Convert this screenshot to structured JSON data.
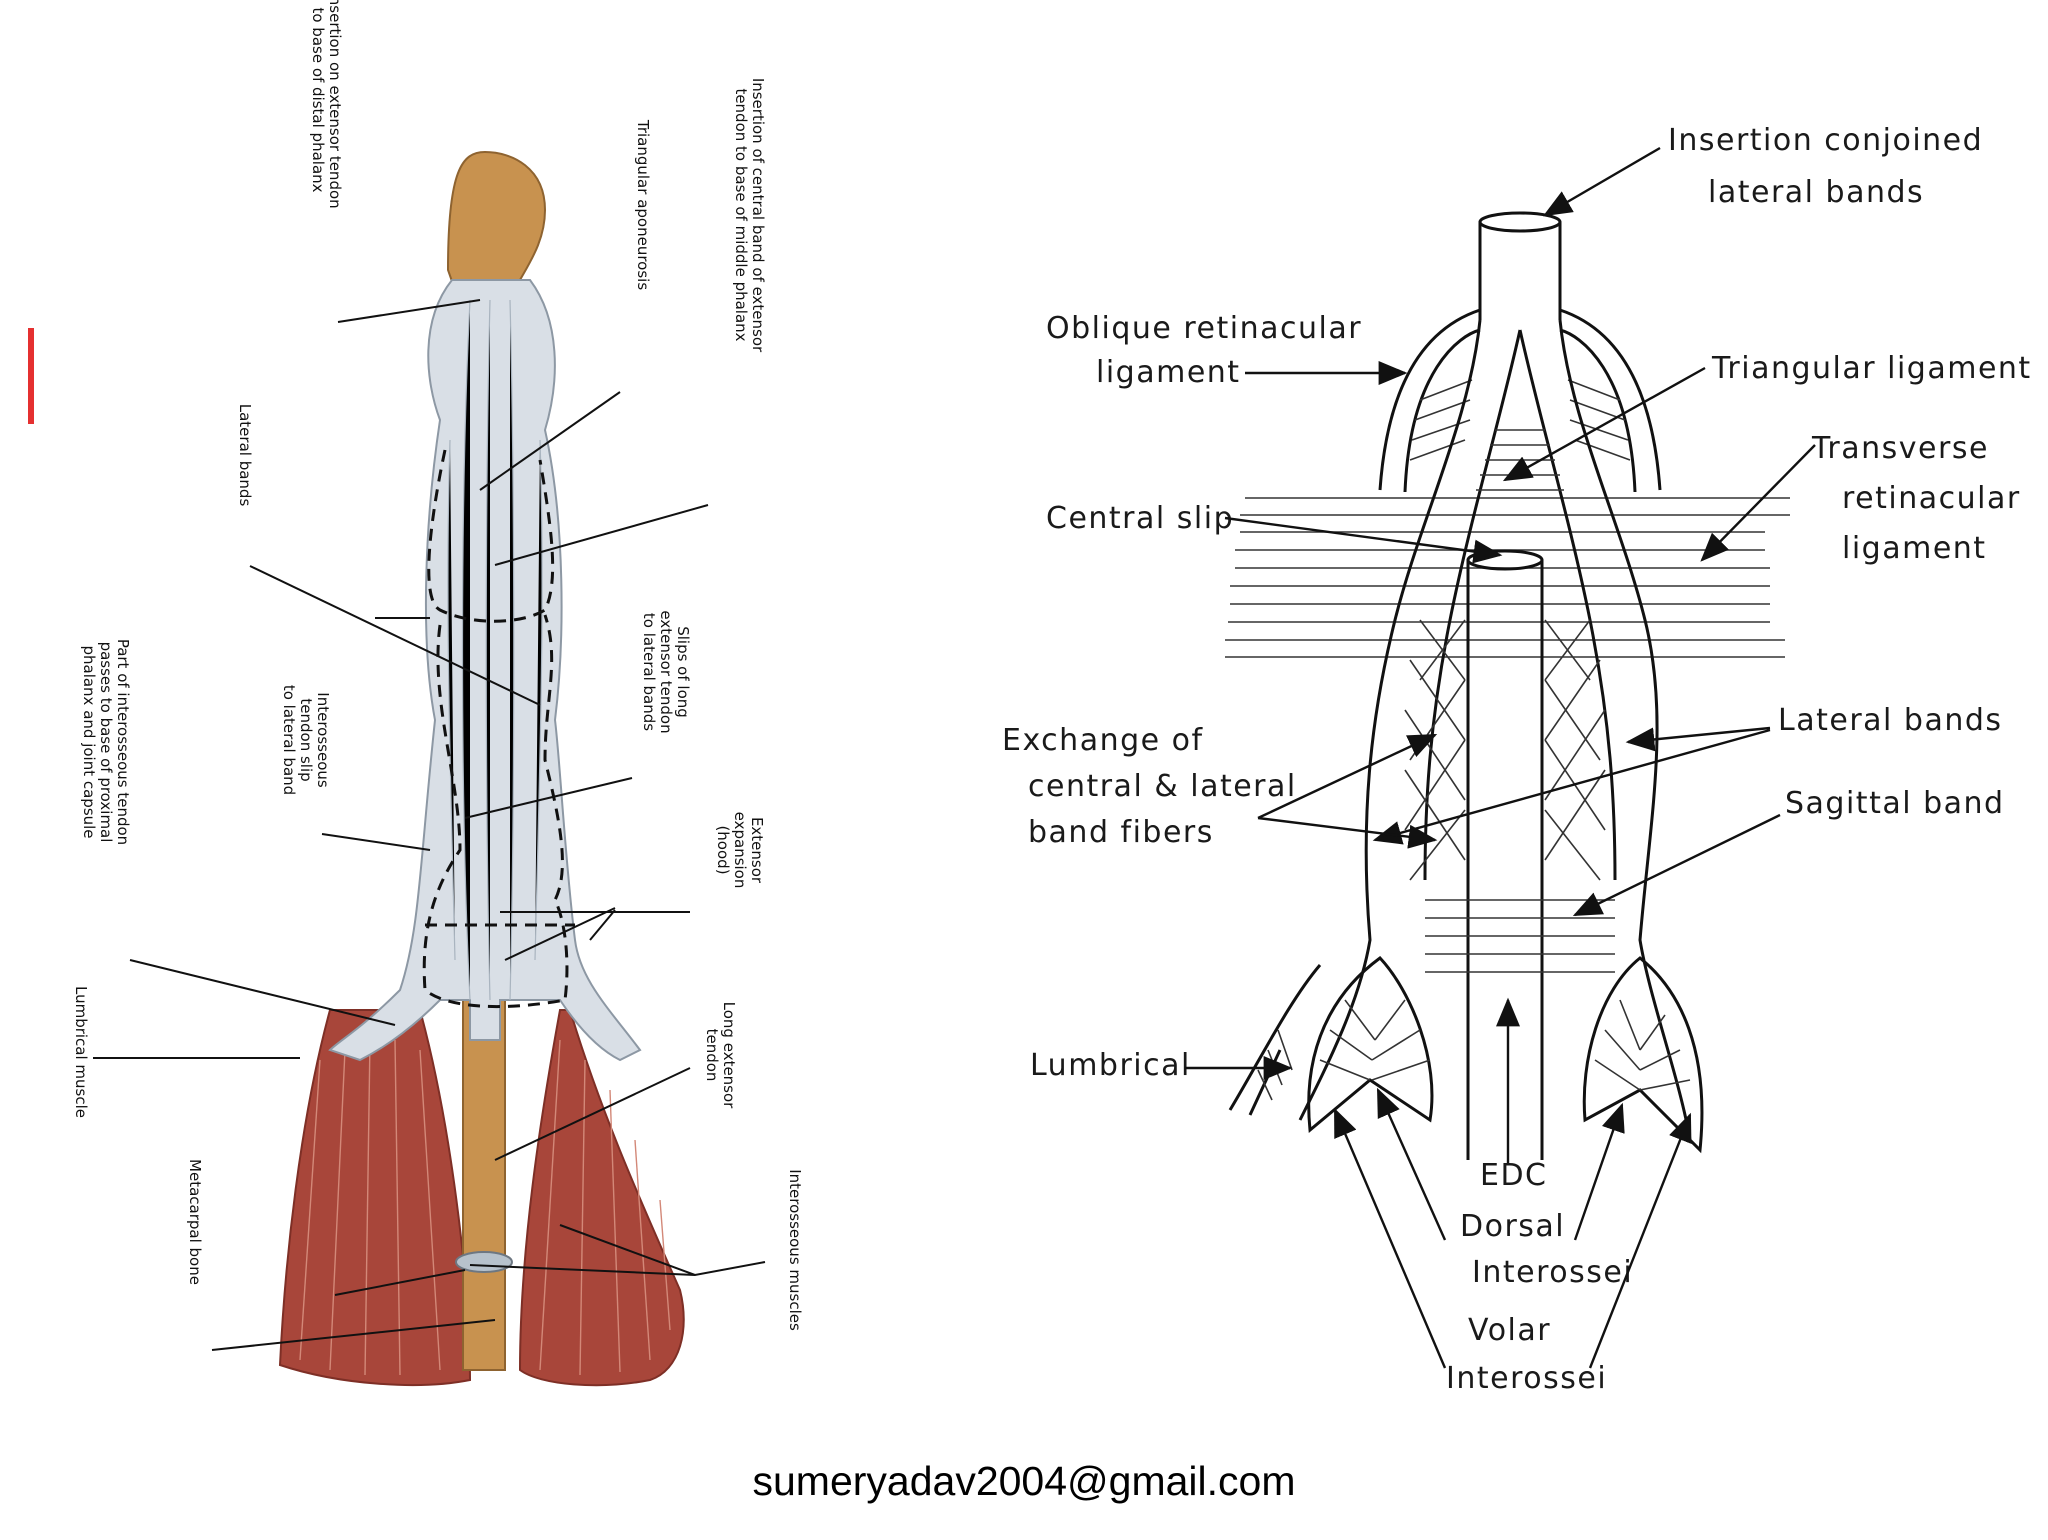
{
  "colors": {
    "accent": "#e53030",
    "muscle": "#a8463a",
    "bone": "#c8924f",
    "tendon": "#d9dfe6"
  },
  "left_figure": {
    "labels": {
      "distal_insertion": "Insertion on extensor tendon\nto base of distal phalanx",
      "triangular_aponeurosis": "Triangular aponeurosis",
      "central_band_insertion": "Insertion of central band of extensor\ntendon to base of middle phalanx",
      "lateral_bands": "Lateral bands",
      "slips_long_extensor": "Slips of long\nextensor tendon\nto lateral bands",
      "interosseous_slip": "Interosseous\ntendon slip\nto lateral band",
      "interosseous_part": "Part of interosseous tendon\npasses to base of proximal\nphalanx and joint capsule",
      "extensor_expansion": "Extensor\nexpansion\n(hood)",
      "lumbrical_muscle": "Lumbrical muscle",
      "long_extensor_tendon": "Long extensor\ntendon",
      "metacarpal_bone": "Metacarpal bone",
      "interosseous_muscles": "Interosseous muscles"
    }
  },
  "right_figure": {
    "labels": {
      "insertion_conjoined": "Insertion conjoined\nlateral bands",
      "oblique_retinacular": "Oblique retinacular\nligament",
      "triangular_ligament": "Triangular ligament",
      "transverse_retinacular": "Transverse\nretinacular\nligament",
      "central_slip": "Central slip",
      "lateral_bands": "Lateral bands",
      "exchange_fibers": "Exchange of\ncentral & lateral\nband fibers",
      "sagittal_band": "Sagittal band",
      "lumbrical": "Lumbrical",
      "edc": "EDC",
      "dorsal_interossei": "Dorsal\nInterossei",
      "volar_interossei": "Volar\nInterossei"
    }
  },
  "footer": {
    "email": "sumeryadav2004@gmail.com"
  }
}
